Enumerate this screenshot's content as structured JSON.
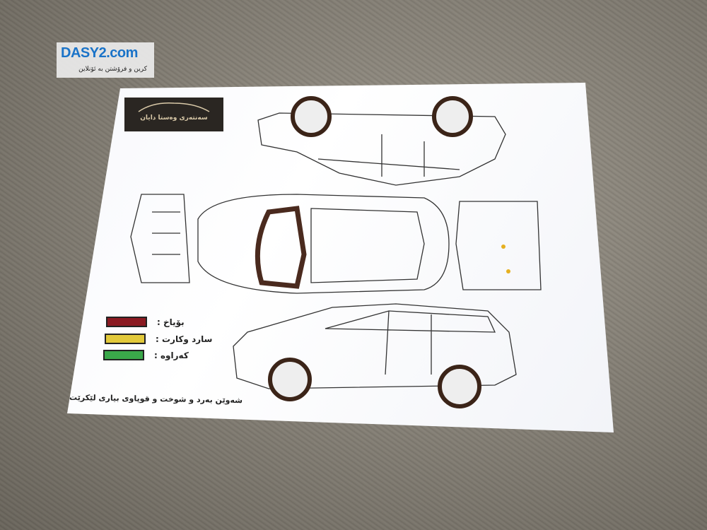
{
  "watermark": {
    "logo": "DASY2.com",
    "tagline": "کرین و فرۆشتن بە ئۆنلاین"
  },
  "sheet": {
    "brand_logo_text": "سەنتەری وەستا دایان",
    "legend": [
      {
        "label": "بۆیاخ :",
        "color": "#8b1a22"
      },
      {
        "label": "سارد وکارت :",
        "color": "#e2c93a"
      },
      {
        "label": "کەراوە :",
        "color": "#3aa84a"
      }
    ],
    "footer": "شەوێن بەرد و شوخت و قوپاوی بیاری لێکرێت"
  }
}
